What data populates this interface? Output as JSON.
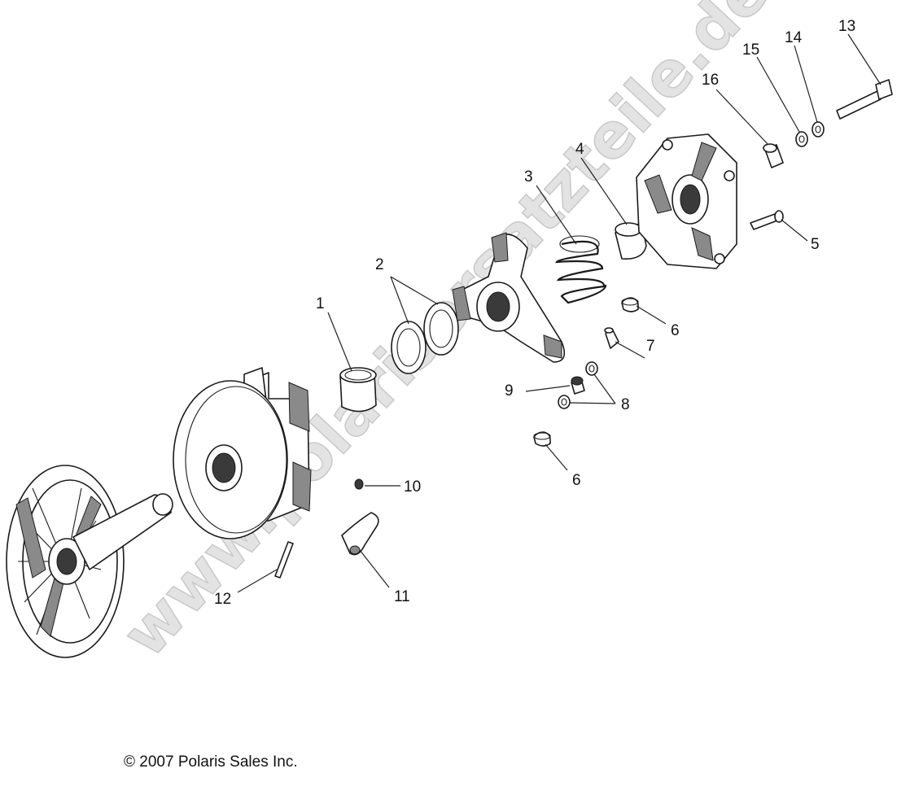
{
  "diagram": {
    "callouts": [
      "1",
      "2",
      "3",
      "4",
      "5",
      "6",
      "6",
      "7",
      "8",
      "9",
      "10",
      "11",
      "12",
      "13",
      "14",
      "15",
      "16"
    ],
    "watermark": "www.polarisersatzteile.de",
    "copyright": "© 2007 Polaris Sales Inc."
  },
  "labels": {
    "c1": "1",
    "c2": "2",
    "c3": "3",
    "c4": "4",
    "c5": "5",
    "c6a": "6",
    "c6b": "6",
    "c7": "7",
    "c8": "8",
    "c9": "9",
    "c10": "10",
    "c11": "11",
    "c12": "12",
    "c13": "13",
    "c14": "14",
    "c15": "15",
    "c16": "16"
  }
}
